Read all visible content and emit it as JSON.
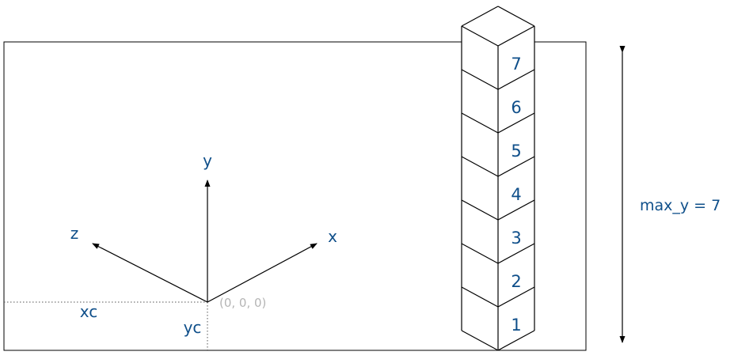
{
  "axes": {
    "x_label": "x",
    "y_label": "y",
    "z_label": "z",
    "origin_label": "(0, 0, 0)",
    "xc_label": "xc",
    "yc_label": "yc"
  },
  "stack": {
    "levels": [
      "1",
      "2",
      "3",
      "4",
      "5",
      "6",
      "7"
    ]
  },
  "max_y_label": "max_y = 7",
  "colors": {
    "text_accent": "#0f4f8a",
    "origin_text": "#b5b5b5",
    "line": "#000000"
  }
}
